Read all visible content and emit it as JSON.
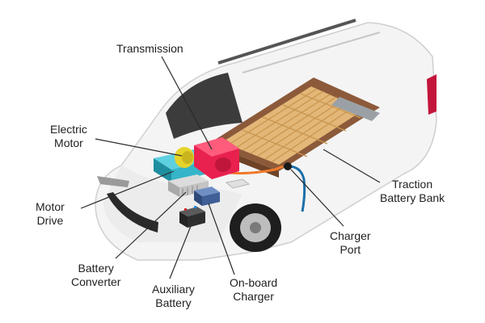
{
  "labels": {
    "transmission": "Transmission",
    "electric_motor": [
      "Electric",
      "Motor"
    ],
    "motor_drive": [
      "Motor",
      "Drive"
    ],
    "battery_converter": [
      "Battery",
      "Converter"
    ],
    "auxiliary_battery": [
      "Auxiliary",
      "Battery"
    ],
    "onboard_charger": [
      "On-board",
      "Charger"
    ],
    "charger_port": [
      "Charger",
      "Port"
    ],
    "traction_battery_bank": [
      "Traction",
      "Battery Bank"
    ]
  },
  "colors": {
    "leader_line": "#2a2a2a",
    "car_body": "#f4f4f4",
    "battery_cells": "#e3b777",
    "battery_trays": "#8c5a3a",
    "transmission": "#e8214f",
    "motor": "#e6d32a",
    "motor_drive": "#35b5c8",
    "charger_cable": "#1b6fa8"
  }
}
